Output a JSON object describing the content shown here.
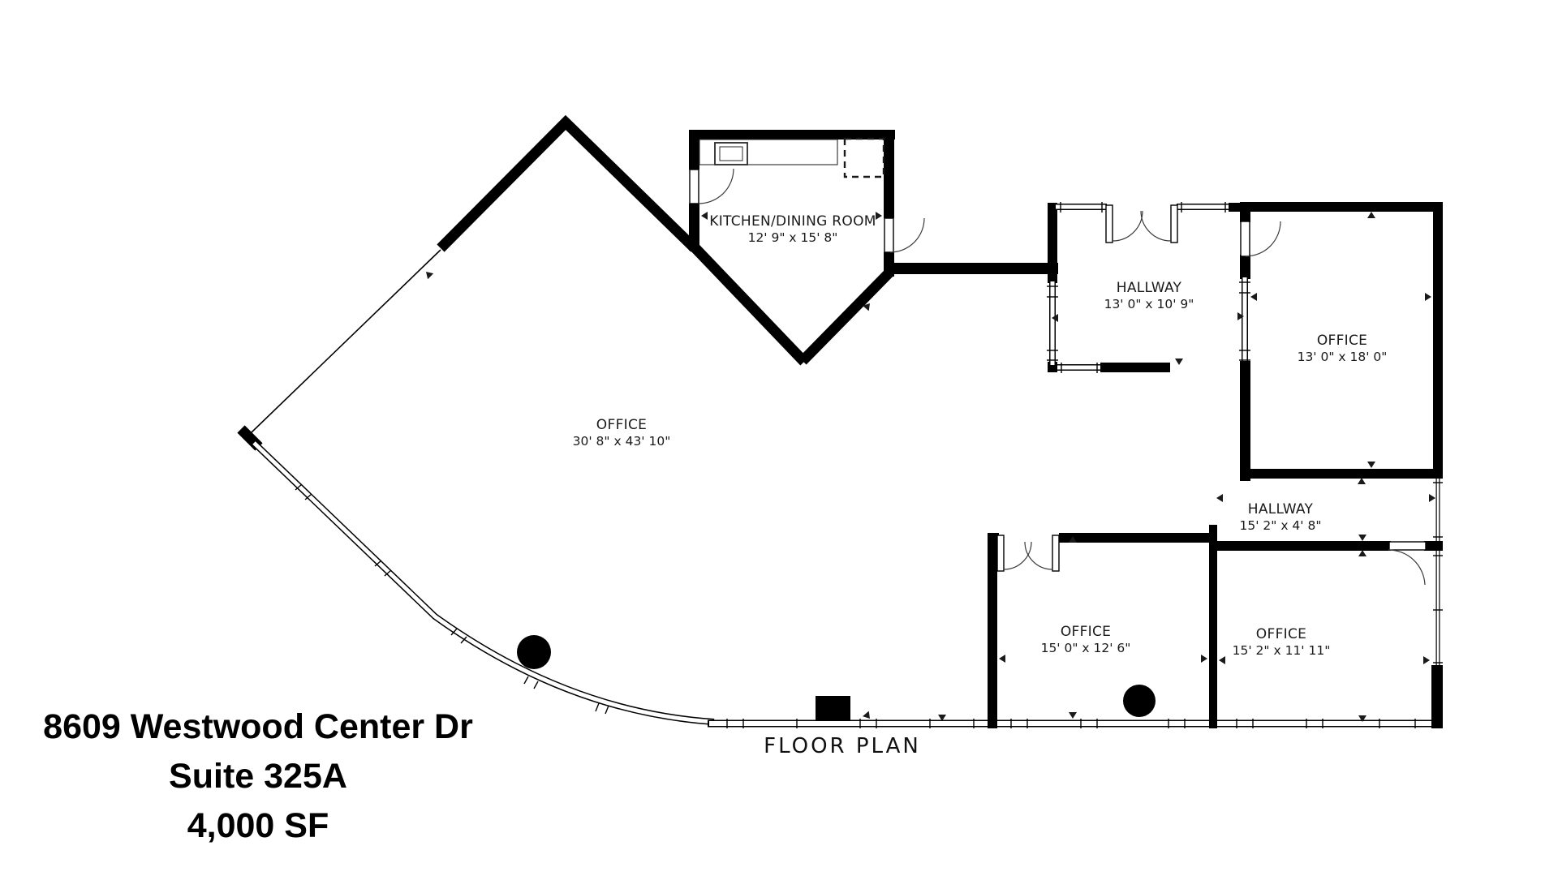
{
  "title": {
    "line1": "8609 Westwood Center Dr",
    "line2": "Suite 325A",
    "line3": "4,000 SF"
  },
  "plan_label": "FLOOR PLAN",
  "rooms": [
    {
      "name": "KITCHEN/DINING ROOM",
      "dims": "12' 9\" x 15' 8\""
    },
    {
      "name": "OFFICE",
      "dims": "30' 8\" x 43' 10\""
    },
    {
      "name": "HALLWAY",
      "dims": "13' 0\" x 10' 9\""
    },
    {
      "name": "OFFICE",
      "dims": "13' 0\" x 18' 0\""
    },
    {
      "name": "HALLWAY",
      "dims": "15' 2\" x 4' 8\""
    },
    {
      "name": "OFFICE",
      "dims": "15' 0\" x 12' 6\""
    },
    {
      "name": "OFFICE",
      "dims": "15' 2\" x 11' 11\""
    }
  ],
  "colors": {
    "wall": "#000000",
    "background": "#ffffff",
    "text": "#1a1a1a"
  }
}
